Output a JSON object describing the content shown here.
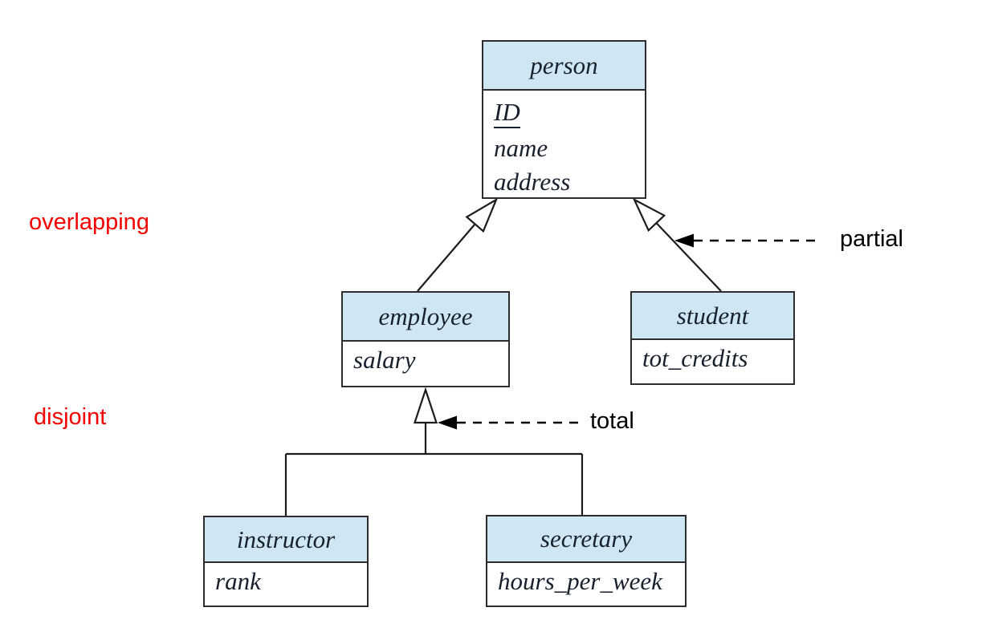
{
  "diagram": {
    "type": "er-specialization-hierarchy",
    "entities": [
      {
        "name": "person",
        "key_attribute": "ID",
        "attributes": [
          "ID",
          "name",
          "address"
        ]
      },
      {
        "name": "employee",
        "attributes": [
          "salary"
        ]
      },
      {
        "name": "student",
        "attributes": [
          "tot_credits"
        ]
      },
      {
        "name": "instructor",
        "attributes": [
          "rank"
        ]
      },
      {
        "name": "secretary",
        "attributes": [
          "hours_per_week"
        ]
      }
    ],
    "relationships": [
      {
        "from": "employee",
        "to": "person",
        "kind": "isa"
      },
      {
        "from": "student",
        "to": "person",
        "kind": "isa"
      },
      {
        "from": "instructor",
        "to": "employee",
        "kind": "isa"
      },
      {
        "from": "secretary",
        "to": "employee",
        "kind": "isa"
      }
    ],
    "annotations": {
      "overlapping": "overlapping",
      "disjoint": "disjoint",
      "partial": "partial",
      "total": "total"
    },
    "colors": {
      "entity_header_fill": "#cfe7f2",
      "entity_border": "#2d2d2d",
      "entity_text": "#17202c",
      "constraint_label_red": "#f40000",
      "annotation_black": "#000000",
      "background": "#ffffff"
    }
  }
}
